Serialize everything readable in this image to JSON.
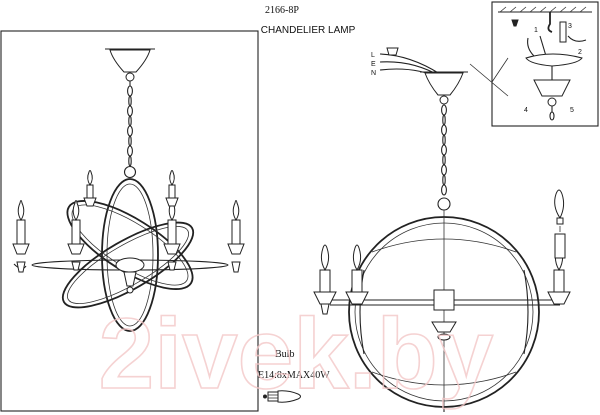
{
  "header": {
    "model": "2166-8P",
    "title": "CHANDELIER LAMP"
  },
  "wiring": {
    "wires": [
      "L",
      "E",
      "N"
    ],
    "detail_callouts": [
      "1",
      "2",
      "3",
      "4",
      "5"
    ]
  },
  "bulb": {
    "label": "Bulb",
    "spec": "E14:8xMAX40W"
  },
  "watermark": "2ivek.by",
  "colors": {
    "line": "#222222",
    "watermark": "#f3c7c7"
  }
}
